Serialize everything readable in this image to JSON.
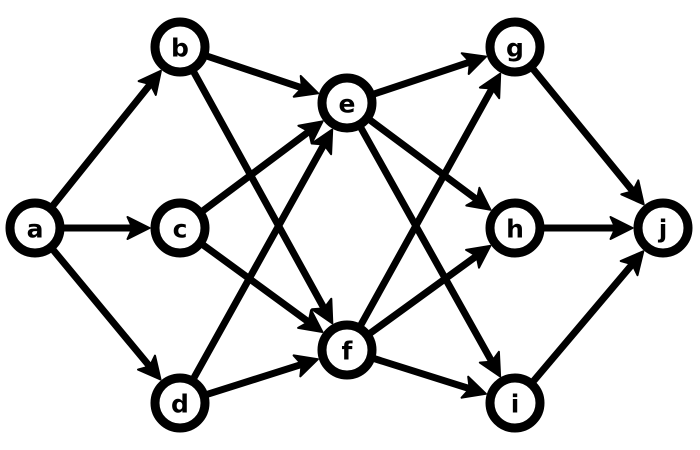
{
  "graph": {
    "nodes": [
      {
        "id": "a",
        "label": "a"
      },
      {
        "id": "b",
        "label": "b"
      },
      {
        "id": "c",
        "label": "c"
      },
      {
        "id": "d",
        "label": "d"
      },
      {
        "id": "e",
        "label": "e"
      },
      {
        "id": "f",
        "label": "f"
      },
      {
        "id": "g",
        "label": "g"
      },
      {
        "id": "h",
        "label": "h"
      },
      {
        "id": "i",
        "label": "i"
      },
      {
        "id": "j",
        "label": "j"
      }
    ],
    "edges": [
      {
        "from": "a",
        "to": "b"
      },
      {
        "from": "a",
        "to": "c"
      },
      {
        "from": "a",
        "to": "d"
      },
      {
        "from": "b",
        "to": "e"
      },
      {
        "from": "b",
        "to": "f"
      },
      {
        "from": "c",
        "to": "e"
      },
      {
        "from": "c",
        "to": "f"
      },
      {
        "from": "d",
        "to": "e"
      },
      {
        "from": "d",
        "to": "f"
      },
      {
        "from": "e",
        "to": "g"
      },
      {
        "from": "e",
        "to": "h"
      },
      {
        "from": "e",
        "to": "i"
      },
      {
        "from": "f",
        "to": "g"
      },
      {
        "from": "f",
        "to": "h"
      },
      {
        "from": "f",
        "to": "i"
      },
      {
        "from": "g",
        "to": "j"
      },
      {
        "from": "h",
        "to": "j"
      },
      {
        "from": "i",
        "to": "j"
      }
    ],
    "colors": {
      "stroke": "#000000",
      "node_fill": "#ffffff",
      "background": "#ffffff"
    }
  }
}
